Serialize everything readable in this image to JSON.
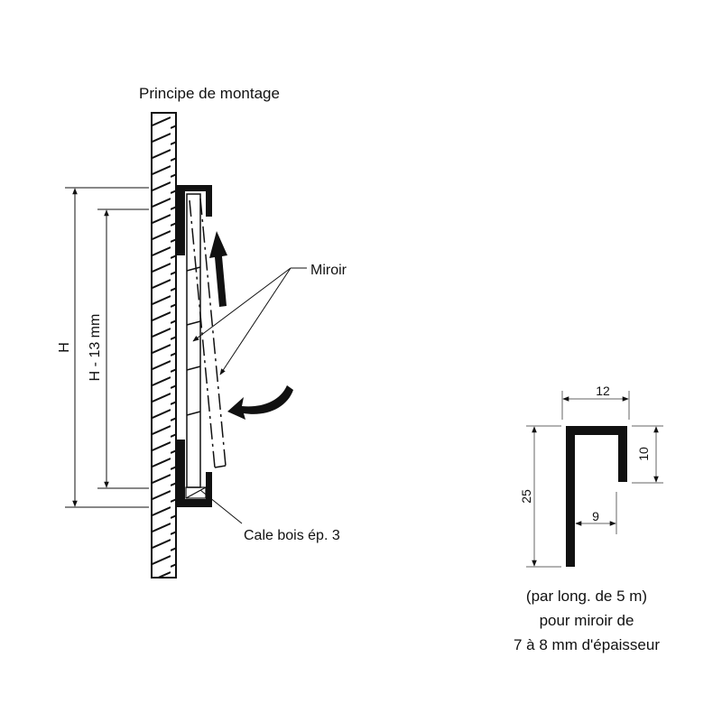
{
  "title": "Principe de montage",
  "labels": {
    "mirror": "Miroir",
    "wood_shim": "Cale bois ép. 3",
    "dim_h": "H",
    "dim_h_minus": "H - 13 mm"
  },
  "profile": {
    "dim_width": "12",
    "dim_height": "25",
    "dim_lip": "10",
    "dim_gap": "9",
    "caption": [
      "(par long. de 5 m)",
      "pour miroir de",
      "7 à 8 mm d'épaisseur"
    ]
  },
  "colors": {
    "ink": "#111111",
    "dim": "#555555"
  }
}
